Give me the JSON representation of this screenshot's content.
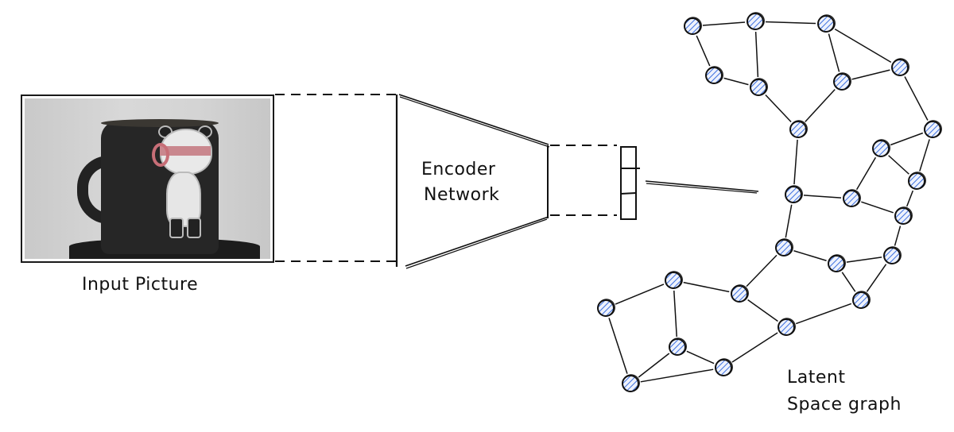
{
  "labels": {
    "input_picture": "Input Picture",
    "encoder_line1": "Encoder",
    "encoder_line2": "Network",
    "latent_line1": "Latent",
    "latent_line2": "Space graph"
  },
  "input_image": {
    "description": "Photo of a black mug with a panda sticker wearing headphones and a pink headband"
  },
  "latent_vector": {
    "cells": 3
  },
  "colors": {
    "stroke": "#111111",
    "node_hatch": "#3b6fe0",
    "node_fill": "#e8eefc",
    "background": "#ffffff"
  },
  "graph": {
    "nodes": [
      {
        "id": "n1"
      },
      {
        "id": "n2"
      },
      {
        "id": "n3"
      },
      {
        "id": "n4"
      },
      {
        "id": "n5"
      },
      {
        "id": "n6"
      },
      {
        "id": "n7"
      },
      {
        "id": "n8"
      },
      {
        "id": "n9"
      },
      {
        "id": "n10"
      },
      {
        "id": "n11"
      },
      {
        "id": "n12"
      },
      {
        "id": "n13"
      },
      {
        "id": "n14"
      },
      {
        "id": "n15"
      },
      {
        "id": "n16"
      },
      {
        "id": "n17"
      },
      {
        "id": "n18"
      },
      {
        "id": "n19"
      },
      {
        "id": "n20"
      },
      {
        "id": "n21"
      },
      {
        "id": "n22"
      },
      {
        "id": "n23"
      },
      {
        "id": "n24"
      },
      {
        "id": "n25"
      }
    ],
    "edges": [
      [
        "n1",
        "n2"
      ],
      [
        "n1",
        "n4"
      ],
      [
        "n2",
        "n3"
      ],
      [
        "n2",
        "n5"
      ],
      [
        "n4",
        "n5"
      ],
      [
        "n5",
        "n8"
      ],
      [
        "n3",
        "n6"
      ],
      [
        "n3",
        "n7"
      ],
      [
        "n6",
        "n7"
      ],
      [
        "n6",
        "n8"
      ],
      [
        "n7",
        "n9"
      ],
      [
        "n8",
        "n11"
      ],
      [
        "n9",
        "n10"
      ],
      [
        "n9",
        "n13"
      ],
      [
        "n10",
        "n13"
      ],
      [
        "n10",
        "n12"
      ],
      [
        "n11",
        "n12"
      ],
      [
        "n12",
        "n14"
      ],
      [
        "n13",
        "n14"
      ],
      [
        "n14",
        "n17"
      ],
      [
        "n11",
        "n15"
      ],
      [
        "n15",
        "n16"
      ],
      [
        "n16",
        "n17"
      ],
      [
        "n16",
        "n21"
      ],
      [
        "n17",
        "n21"
      ],
      [
        "n15",
        "n20"
      ],
      [
        "n18",
        "n20"
      ],
      [
        "n18",
        "n19"
      ],
      [
        "n18",
        "n23"
      ],
      [
        "n19",
        "n25"
      ],
      [
        "n23",
        "n25"
      ],
      [
        "n23",
        "n24"
      ],
      [
        "n25",
        "n24"
      ],
      [
        "n20",
        "n22"
      ],
      [
        "n22",
        "n21"
      ],
      [
        "n24",
        "n22"
      ]
    ]
  }
}
